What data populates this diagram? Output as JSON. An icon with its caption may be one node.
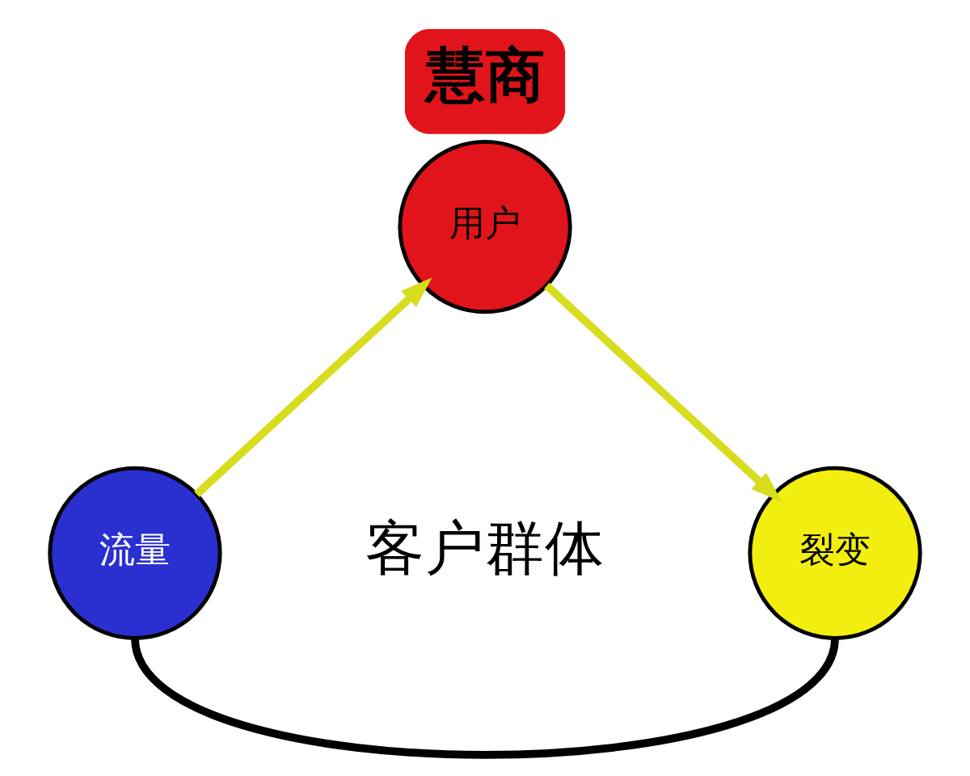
{
  "diagram": {
    "title": "慧商",
    "nodes": [
      {
        "text": [
          "用户"
        ]
      },
      {
        "text": [
          "流量"
        ]
      },
      {
        "text": [
          "裂变"
        ]
      }
    ],
    "edges": [
      {
        "from": 1,
        "to": 0,
        "arrow": "to"
      },
      {
        "from": 0,
        "to": 2,
        "arrow": "to"
      },
      {
        "from": 2,
        "to": 1,
        "arrow": "none",
        "color": "#000000"
      }
    ],
    "labels": [
      "客户群体"
    ]
  }
}
